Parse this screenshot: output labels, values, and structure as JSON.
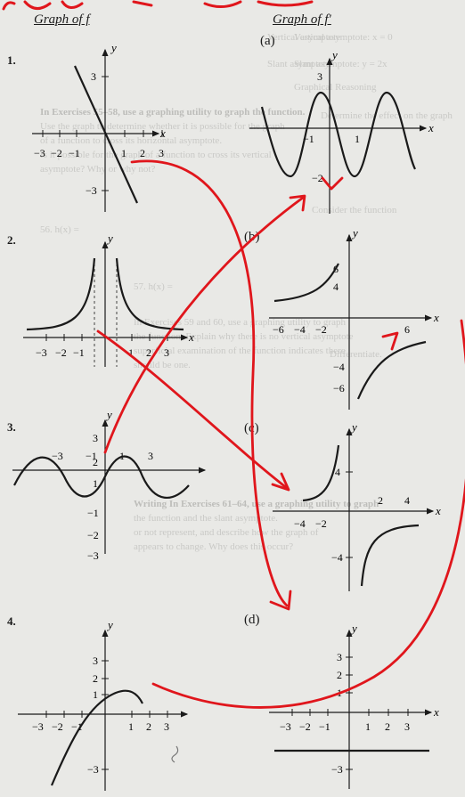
{
  "headers": {
    "left": "Graph of f",
    "right": "Graph of f′"
  },
  "problem_numbers": [
    "1.",
    "2.",
    "3.",
    "4."
  ],
  "option_labels": [
    "(a)",
    "(b)",
    "(c)",
    "(d)"
  ],
  "axis_letters": {
    "x": "x",
    "y": "y"
  },
  "ticks": {
    "g1x": [
      "−3",
      "−2",
      "−1",
      "1",
      "2",
      "3"
    ],
    "g1y": [
      "3",
      "−3"
    ],
    "g2x": [
      "−3",
      "−2",
      "−1",
      "1",
      "2",
      "3"
    ],
    "g3x": [
      "−3",
      "−1",
      "1",
      "3"
    ],
    "g3y": [
      "3",
      "2",
      "1",
      "−1",
      "−2",
      "−3"
    ],
    "g4x": [
      "−3",
      "−2",
      "−1",
      "1",
      "2",
      "3"
    ],
    "g4y": [
      "3",
      "2",
      "1",
      "−3"
    ],
    "gax": [
      "−1",
      "1"
    ],
    "gay": [
      "3",
      "−2"
    ],
    "gbx": [
      "−6",
      "−4",
      "−2",
      "6"
    ],
    "gby": [
      "6",
      "4",
      "−4",
      "−6"
    ],
    "gcx": [
      "−4",
      "−2",
      "2",
      "4"
    ],
    "gcy": [
      "4",
      "−4"
    ],
    "gdx": [
      "−3",
      "−2",
      "−1",
      "1",
      "2",
      "3"
    ],
    "gdy": [
      "3",
      "2",
      "1",
      "−3"
    ]
  },
  "background_text": [
    "Vertical asymptote: x = 0",
    "Slant asymptote: y = 2x",
    "In Exercises 55–58, use a graphing utility to graph the function.",
    "Use the graph to determine whether it is possible for the graph",
    "of a function to cross its horizontal asymptote.",
    "Is it possible for the graph of a function to cross its vertical",
    "asymptote? Why or why not?",
    "56. h(x) =",
    "57. h(x) =",
    "In Exercises 59 and 60, use a graphing utility to graph",
    "the function. Explain why there is no vertical asymptote",
    "superficial examination of the function indicates there",
    "should be one.",
    "Writing In Exercises 61–64, use a graphing utility to graph",
    "the function and the slant asymptote.",
    "or not represent, and describe how the graph of",
    "appears to change. Why does this occur?",
    "Vertical asymptote",
    "Slant asymptote",
    "Graphical Reasoning",
    "Consider the function",
    "Determine the effect on the graph",
    "Differentiate."
  ],
  "colors": {
    "ink": "#1a1a1a",
    "annotation": "#e0161c",
    "paper": "#e9e9e6",
    "faded": "#c9c9c6"
  }
}
